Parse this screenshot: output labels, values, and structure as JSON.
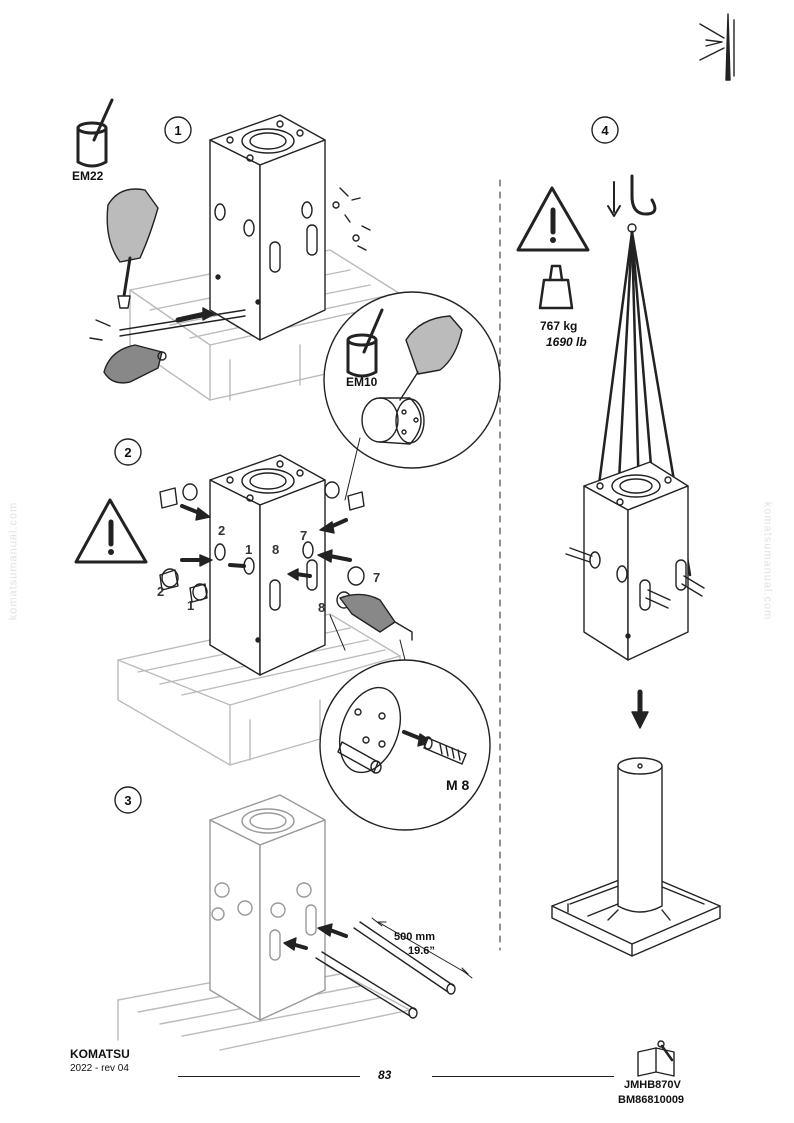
{
  "steps": [
    "1",
    "2",
    "3",
    "4"
  ],
  "materials": {
    "em22": "EM22",
    "em10": "EM10"
  },
  "step2_labels": {
    "n1": "1",
    "n2": "2",
    "n7": "7",
    "n8": "8"
  },
  "bolt_size": "M 8",
  "rod": {
    "mm": "500 mm",
    "inch": "19.6”"
  },
  "weight": {
    "kg": "767 kg",
    "lb": "1690 lb"
  },
  "watermark": "komatsumanual.com",
  "footer": {
    "brand": "KOMATSU",
    "revision": "2022 -   rev 04",
    "page": "83",
    "model": "JMHB870V",
    "serial": "BM86810009"
  }
}
